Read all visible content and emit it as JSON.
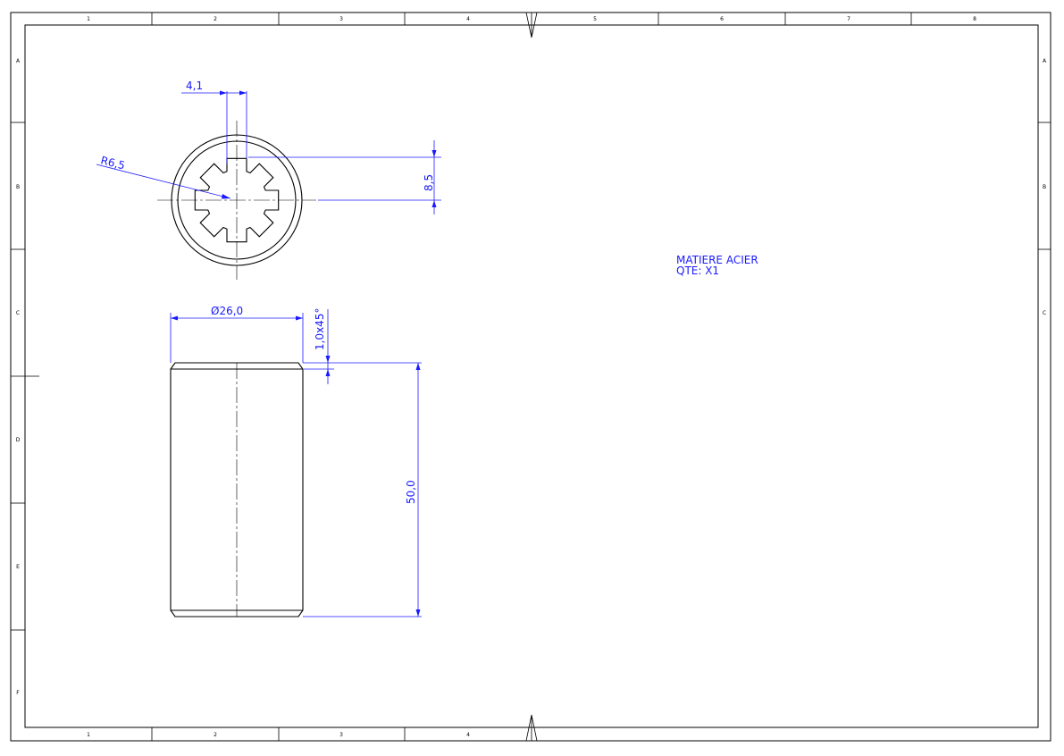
{
  "zones": {
    "columns_top": [
      "1",
      "2",
      "3",
      "4",
      "5",
      "6",
      "7",
      "8"
    ],
    "columns_bottom": [
      "1",
      "2",
      "3",
      "4"
    ],
    "rows": [
      "A",
      "B",
      "C",
      "D",
      "E",
      "F"
    ]
  },
  "dimensions": {
    "key_width": "4,1",
    "radius": "R6,5",
    "key_depth": "8,5",
    "diameter": "Ø26,0",
    "chamfer": "1,0x45°",
    "length": "50,0"
  },
  "notes": {
    "material": "MATIERE ACIER",
    "quantity": "QTE: X1"
  },
  "colors": {
    "dimension": "#1a1aff",
    "geometry": "#000000"
  }
}
